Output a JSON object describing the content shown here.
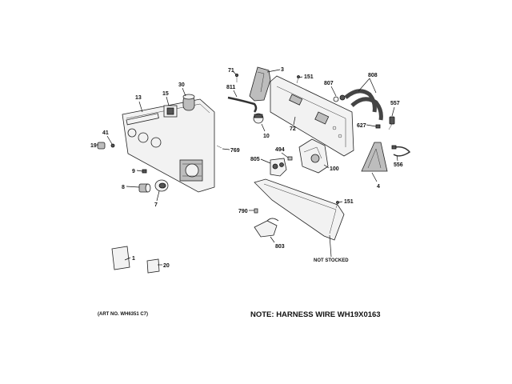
{
  "diagram": {
    "callouts": {
      "c13": "13",
      "c15": "15",
      "c30": "30",
      "c41": "41",
      "c19": "19",
      "c9": "9",
      "c8": "8",
      "c7": "7",
      "c1": "1",
      "c20": "20",
      "c71": "71",
      "c3": "3",
      "c151a": "151",
      "c811": "811",
      "c10": "10",
      "c72": "72",
      "c807": "807",
      "c808": "808",
      "c557": "557",
      "c627": "627",
      "c769": "769",
      "c494": "494",
      "c805": "805",
      "c100": "100",
      "c556": "556",
      "c4": "4",
      "c151b": "151",
      "c790": "790",
      "c803": "803"
    },
    "not_stocked": "NOT STOCKED",
    "art_no": "(ART NO. WH6351 C7)",
    "note": "NOTE: HARNESS WIRE WH19X0163"
  }
}
